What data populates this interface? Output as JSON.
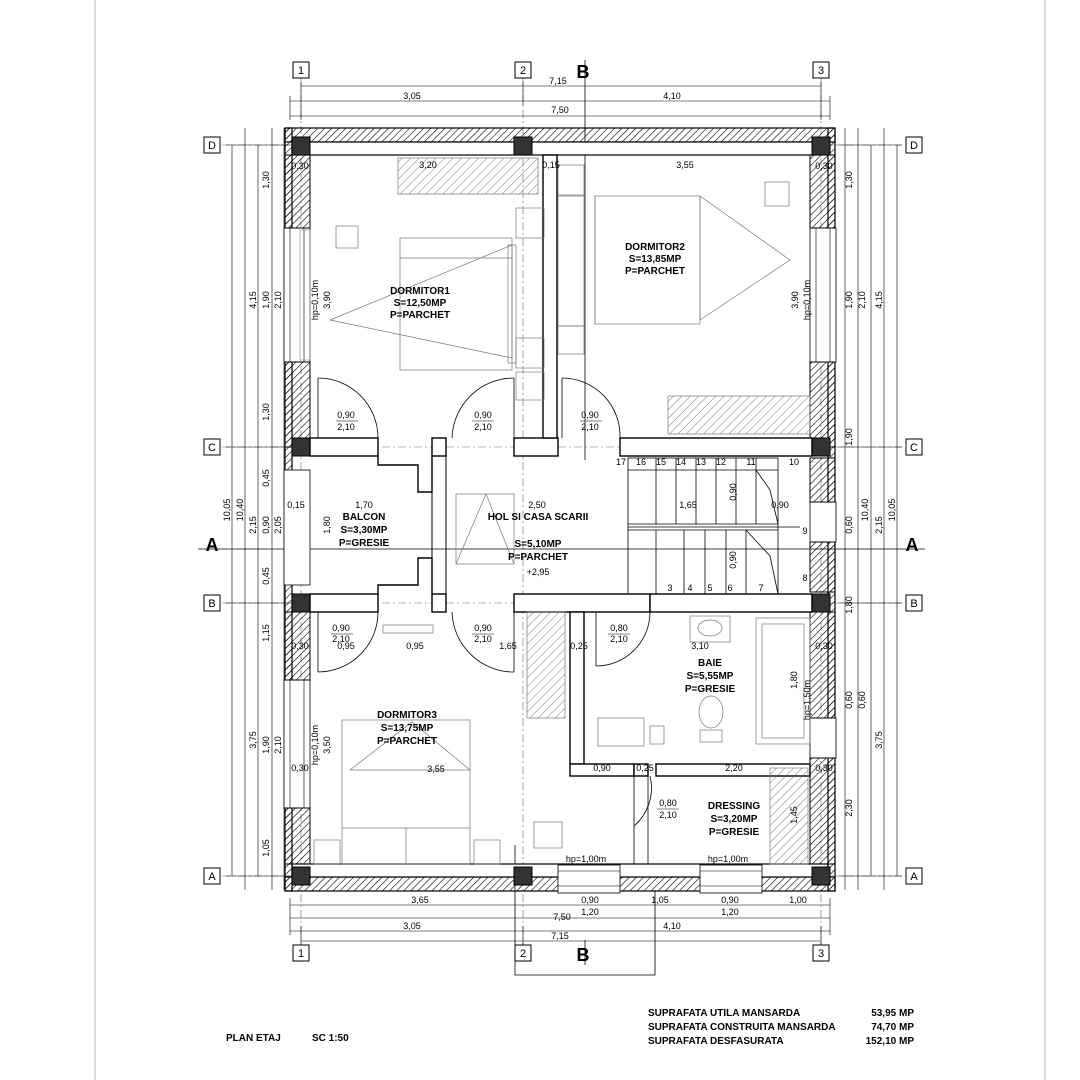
{
  "rooms": [
    {
      "name": "DORMITOR1",
      "area": "S=12,50MP",
      "floor": "P=PARCHET"
    },
    {
      "name": "DORMITOR2",
      "area": "S=13,85MP",
      "floor": "P=PARCHET"
    },
    {
      "name": "BALCON",
      "area": "S=3,30MP",
      "floor": "P=GRESIE"
    },
    {
      "name": "HOL SI CASA SCARII",
      "area": "S=5,10MP",
      "floor": "P=PARCHET",
      "level": "+2,95"
    },
    {
      "name": "DORMITOR3",
      "area": "S=13,75MP",
      "floor": "P=PARCHET"
    },
    {
      "name": "BAIE",
      "area": "S=5,55MP",
      "floor": "P=GRESIE"
    },
    {
      "name": "DRESSING",
      "area": "S=3,20MP",
      "floor": "P=GRESIE"
    }
  ],
  "axes": {
    "columns": [
      "1",
      "2",
      "3"
    ],
    "rows": [
      "D",
      "C",
      "B",
      "A"
    ],
    "section_a": "A",
    "section_b": "B"
  },
  "dims_top": {
    "total_outer": "7,15",
    "part_1": "3,05",
    "part_2": "4,10",
    "total": "7,50"
  },
  "dims_bottom": {
    "d1": "3,65",
    "d2": "0,90",
    "d3": "1,05",
    "d4": "0,90",
    "d5": "1,00",
    "sub1": "1,20",
    "sub2": "1,20",
    "total": "7,50",
    "part_1": "3,05",
    "part_2": "4,10",
    "total_outer": "7,15"
  },
  "dims_left": {
    "outer": "10,05",
    "total": "10,40",
    "d1": "4,15",
    "d2": "2,15",
    "d3": "3,75",
    "s1": "1,30",
    "s2": "1,90",
    "s3": "1,30",
    "s4": "0,45",
    "s5": "0,90",
    "s6": "0,45",
    "s7": "1,15",
    "s8": "1,90",
    "s9": "1,05",
    "h1": "2,10",
    "h2": "2,05",
    "h3": "2,10"
  },
  "dims_right": {
    "outer": "10,05",
    "total": "10,40",
    "d1": "4,15",
    "d2": "2,15",
    "d3": "3,75",
    "s1": "1,30",
    "s2": "1,90",
    "s3": "1,90",
    "s4": "0,60",
    "s5": "1,80",
    "s6": "0,60",
    "s7": "2,30",
    "h1": "2,10",
    "h2": "0,60"
  },
  "doors": [
    {
      "w": "0,90",
      "h": "2,10"
    },
    {
      "w": "0,90",
      "h": "2,10"
    },
    {
      "w": "0,90",
      "h": "2,10"
    },
    {
      "w": "0,90",
      "h": "2,10"
    },
    {
      "w": "0,90",
      "h": "2,10"
    },
    {
      "w": "0,80",
      "h": "2,10"
    },
    {
      "w": "0,80",
      "h": "2,10"
    }
  ],
  "inner_dims": {
    "d1_w": "3,20",
    "d1_t": "0,15",
    "d2_w": "3,55",
    "d1_h": "3,90",
    "d2_h": "3,90",
    "balc_w": "1,70",
    "balc_h": "1,80",
    "balc_t": "0,15",
    "hol_w": "2,50",
    "stair_run": "1,65",
    "stair_w": "0,90",
    "d3_w": "3,55",
    "d3_h": "3,50",
    "d3_a": "0,95",
    "d3_b": "0,95",
    "hol_b": "1,65",
    "baie_t": "0,25",
    "baie_w": "3,10",
    "baie_h": "1,80",
    "dress_w": "2,20",
    "dress_h": "1,45",
    "dress_a": "0,90",
    "dress_b": "0,25",
    "wall": "0,30",
    "hp1": "hp=0,10m",
    "hp2": "hp=1,00m",
    "hp3": "hp=1,50m"
  },
  "stair_numbers_top": [
    "17",
    "16",
    "15",
    "14",
    "13",
    "12",
    "11",
    "10"
  ],
  "stair_numbers_bottom": [
    "3",
    "4",
    "5",
    "6",
    "7"
  ],
  "stair_numbers_side": [
    "8",
    "9"
  ],
  "footer": {
    "title": "PLAN ETAJ",
    "scale": "SC 1:50",
    "summary": [
      {
        "label": "SUPRAFATA UTILA  MANSARDA",
        "value": "53,95 MP"
      },
      {
        "label": "SUPRAFATA CONSTRUITA  MANSARDA",
        "value": "74,70 MP"
      },
      {
        "label": "SUPRAFATA DESFASURATA",
        "value": "152,10 MP"
      }
    ]
  }
}
